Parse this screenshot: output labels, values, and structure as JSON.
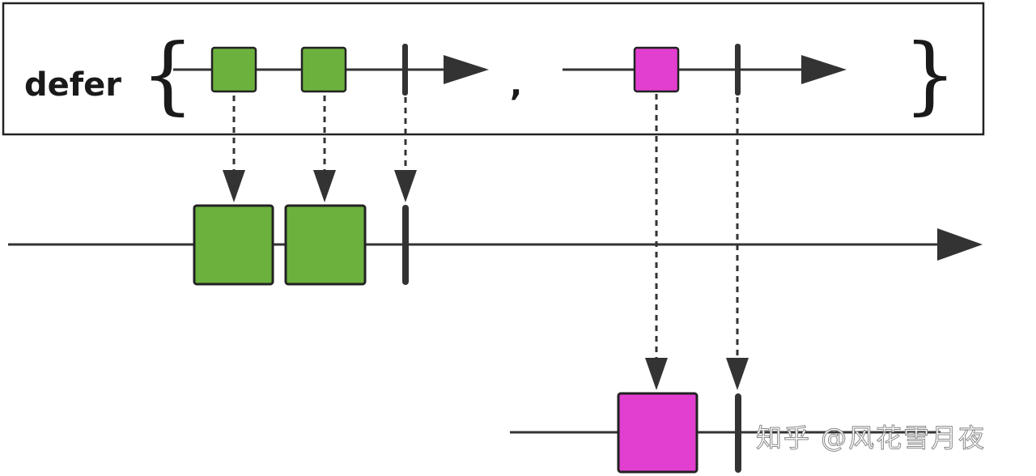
{
  "operator": {
    "label": "defer",
    "brace_open": "{",
    "brace_close": "}",
    "separator": ","
  },
  "colors": {
    "line": "#333333",
    "green": "#6cb13e",
    "magenta": "#e23fd0",
    "border": "#222222"
  },
  "source_streams": [
    {
      "items": [
        "green",
        "green"
      ],
      "completes": true
    },
    {
      "items": [
        "magenta"
      ],
      "completes": true
    }
  ],
  "output_streams": [
    {
      "items": [
        "green",
        "green"
      ],
      "completes": true
    },
    {
      "items": [
        "magenta"
      ],
      "completes": true
    }
  ],
  "watermark": "知乎 @风花雪月夜"
}
